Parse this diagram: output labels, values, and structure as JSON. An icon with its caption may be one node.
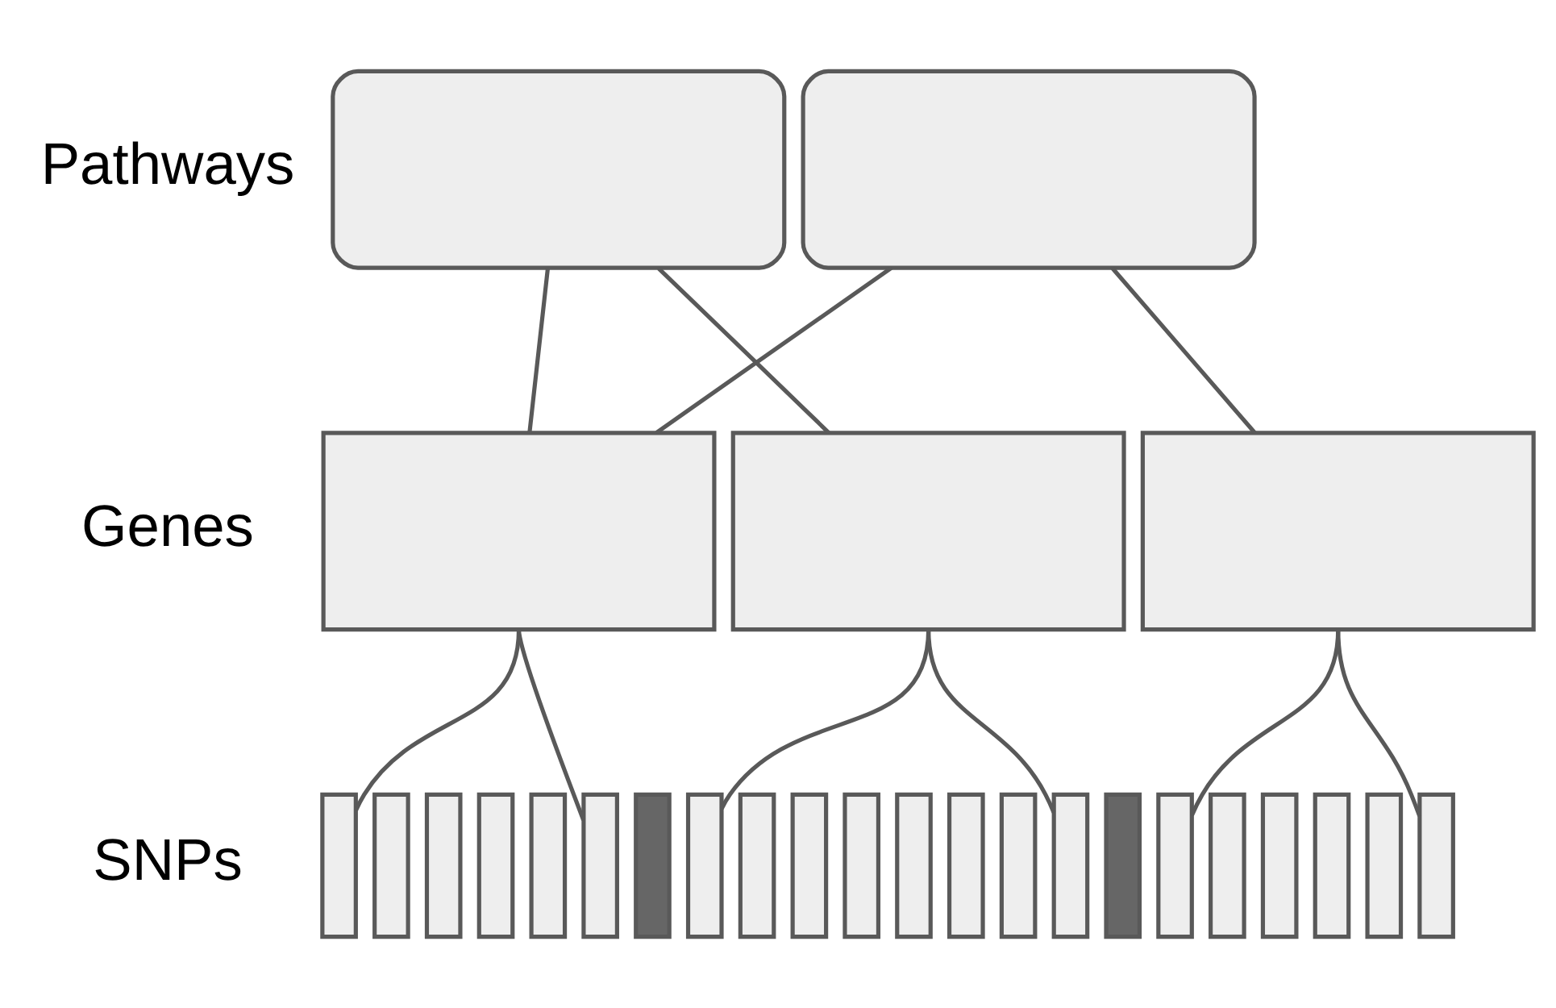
{
  "diagram": {
    "nodes": [
      {
        "text": [],
        "shape": "box"
      },
      {
        "text": [],
        "shape": "box"
      },
      {
        "text": [],
        "shape": "box"
      },
      {
        "text": [],
        "shape": "box"
      },
      {
        "text": [],
        "shape": "box"
      },
      {
        "text": [],
        "shape": "bar"
      },
      {
        "text": [],
        "shape": "bar"
      },
      {
        "text": [],
        "shape": "bar"
      },
      {
        "text": [],
        "shape": "bar"
      },
      {
        "text": [],
        "shape": "bar"
      },
      {
        "text": [],
        "shape": "bar"
      },
      {
        "text": [],
        "shape": "bar"
      },
      {
        "text": [],
        "shape": "bar"
      },
      {
        "text": [],
        "shape": "bar"
      },
      {
        "text": [],
        "shape": "bar"
      },
      {
        "text": [],
        "shape": "bar"
      },
      {
        "text": [],
        "shape": "bar"
      },
      {
        "text": [],
        "shape": "bar"
      },
      {
        "text": [],
        "shape": "bar"
      },
      {
        "text": [],
        "shape": "bar"
      },
      {
        "text": [],
        "shape": "bar"
      },
      {
        "text": [],
        "shape": "bar"
      },
      {
        "text": [],
        "shape": "bar"
      },
      {
        "text": [],
        "shape": "bar"
      },
      {
        "text": [],
        "shape": "bar"
      },
      {
        "text": [],
        "shape": "bar"
      },
      {
        "text": [],
        "shape": "bar"
      }
    ],
    "edges": [
      {
        "from": 0,
        "to": 2,
        "arrow": "none"
      },
      {
        "from": 0,
        "to": 3,
        "arrow": "none"
      },
      {
        "from": 1,
        "to": 2,
        "arrow": "none"
      },
      {
        "from": 1,
        "to": 4,
        "arrow": "none"
      },
      {
        "from": 2,
        "to": 5,
        "arrow": "none"
      },
      {
        "from": 2,
        "to": 10,
        "arrow": "none"
      },
      {
        "from": 3,
        "to": 12,
        "arrow": "none"
      },
      {
        "from": 3,
        "to": 19,
        "arrow": "none"
      },
      {
        "from": 4,
        "to": 21,
        "arrow": "none"
      },
      {
        "from": 4,
        "to": 26,
        "arrow": "none"
      }
    ],
    "labels": [
      "Pathways",
      "Genes",
      "SNPs"
    ]
  }
}
